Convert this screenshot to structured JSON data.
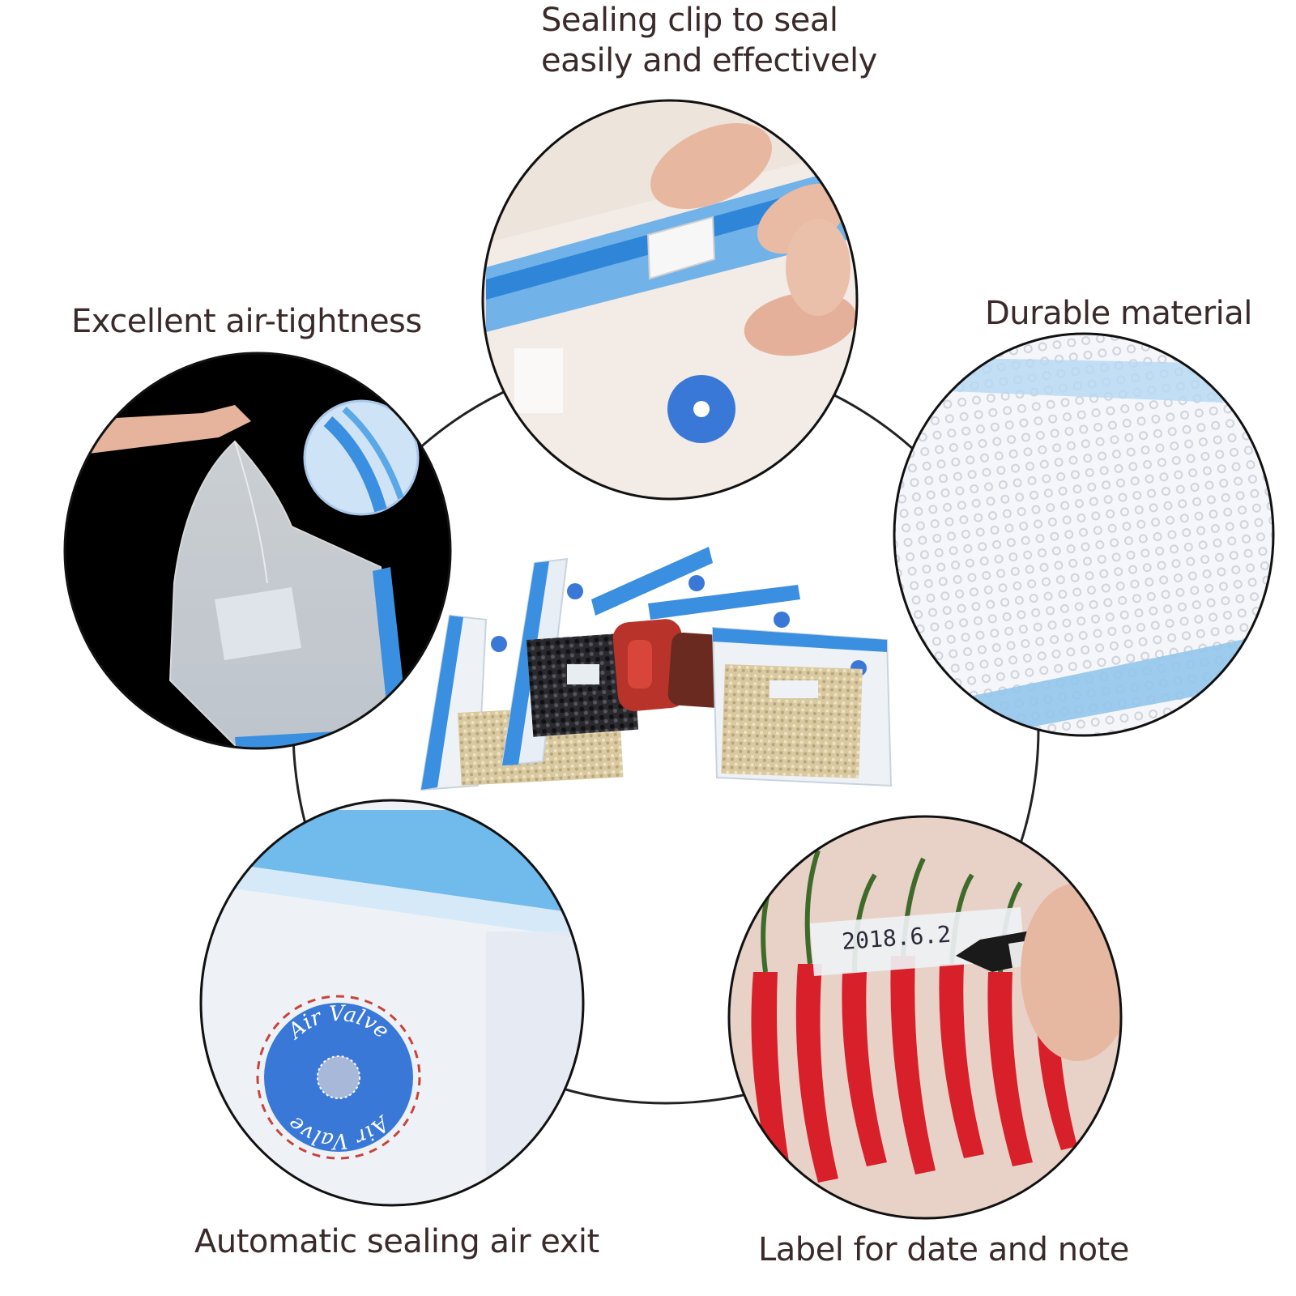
{
  "features": {
    "sealing_clip": "Sealing clip to seal easily and effectively",
    "air_tightness": "Excellent air-tightness",
    "durable": "Durable material",
    "air_exit": "Automatic sealing air exit",
    "label": "Label for date and note"
  },
  "valve": {
    "top_text": "Air Valve",
    "bottom_text": "Air Valve"
  },
  "bag_label_date": "2018.6.2",
  "colors": {
    "zipper_blue": "#3a8fe0",
    "valve_blue": "#3a78d8",
    "ring_line": "#222222",
    "caption_text": "#3a2a2a",
    "chili_red": "#d8202a"
  }
}
